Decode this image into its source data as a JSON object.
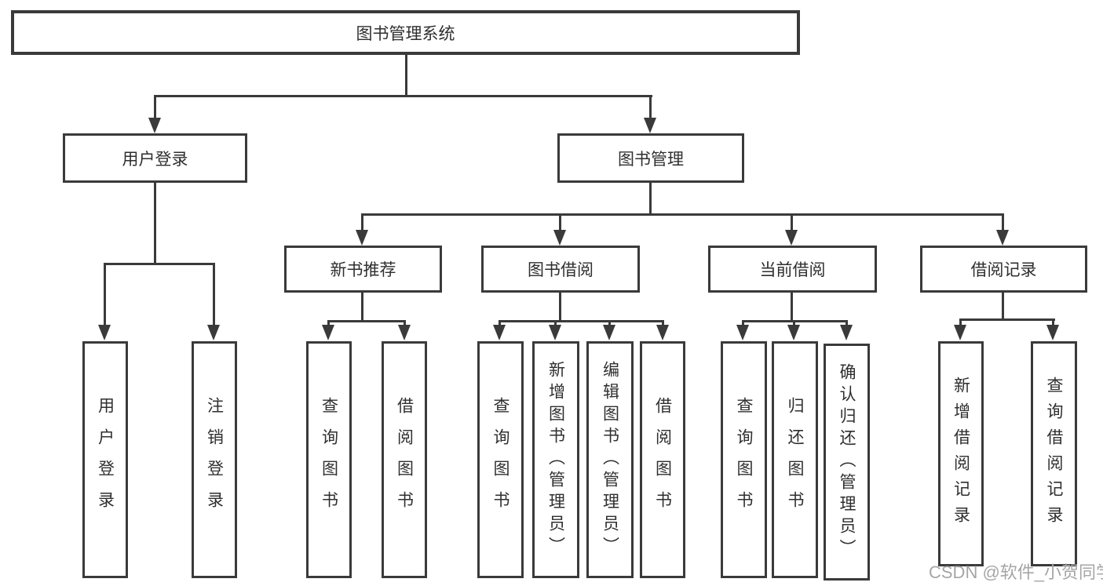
{
  "title": {
    "label": "图书管理系统"
  },
  "level2": {
    "user_login": "用户登录",
    "book_mgmt": "图书管理"
  },
  "level3": {
    "new_books": "新书推荐",
    "borrowing": "图书借阅",
    "current": "当前借阅",
    "records": "借阅记录"
  },
  "leaves": {
    "login": "用户登录",
    "logout": "注销登录",
    "nb_query": "查询图书",
    "nb_borrow": "借阅图书",
    "bw_query": "查询图书",
    "bw_add": "新增图书（管理员）",
    "bw_edit": "编辑图书（管理员）",
    "bw_borrow": "借阅图书",
    "cur_query": "查询图书",
    "cur_return": "归还图书",
    "cur_confirm": "确认归还（管理员）",
    "rec_add": "新增借阅记录",
    "rec_query": "查询借阅记录"
  },
  "watermark": "CSDN @软件_小贺同学",
  "colors": {
    "line": "#3a3a3a",
    "text": "#2f2f2f",
    "watermark": "#a6a6a6"
  }
}
